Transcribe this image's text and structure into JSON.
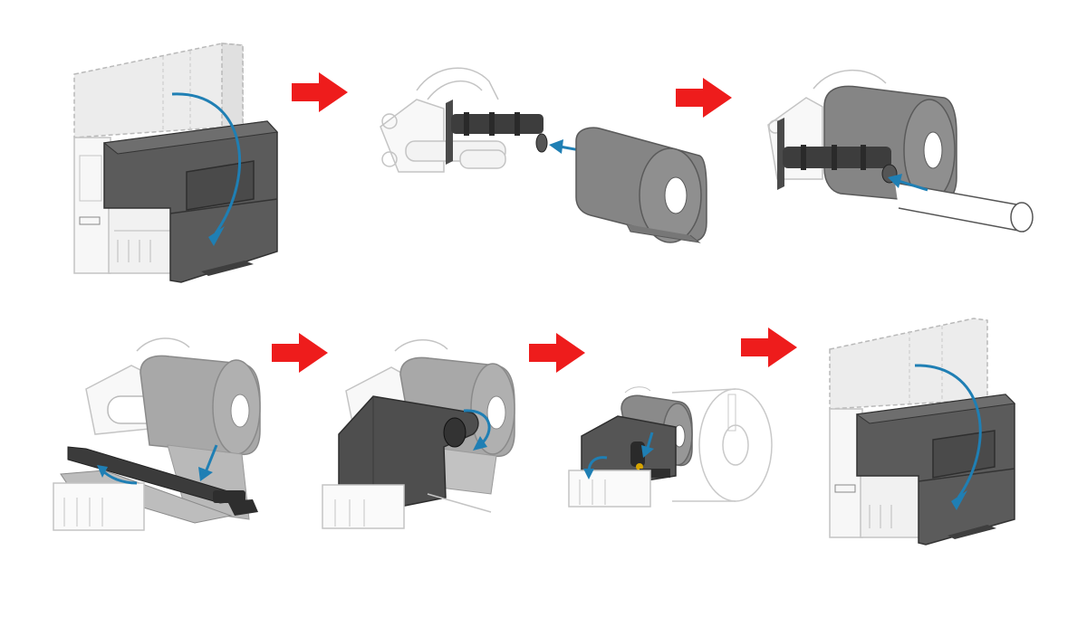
{
  "colors": {
    "step_arrow": "#ee1c1c",
    "motion_arrow": "#1f7fb4",
    "printer_dark": "#5d5d5d",
    "printer_darker": "#444444",
    "ghost_fill": "#e9e9e9",
    "ghost_line": "#b7b7b7",
    "outline": "#c4c4c4",
    "roll_fill": "#858585",
    "core": "#ffffff"
  },
  "steps": [
    {
      "name": "close-media-cover",
      "icon": "printer-cover-closing-icon"
    },
    {
      "name": "slide-ribbon-onto-spindle",
      "icon": "ribbon-roll-onto-spindle-icon"
    },
    {
      "name": "slide-empty-core-onto-take-up",
      "icon": "empty-core-onto-spindle-icon"
    },
    {
      "name": "thread-ribbon-under-printhead",
      "icon": "ribbon-threading-icon"
    },
    {
      "name": "wind-ribbon-onto-take-up",
      "icon": "ribbon-winding-icon"
    },
    {
      "name": "close-printhead",
      "icon": "printhead-closing-icon"
    },
    {
      "name": "close-media-cover-final",
      "icon": "printer-cover-closing-icon"
    }
  ]
}
